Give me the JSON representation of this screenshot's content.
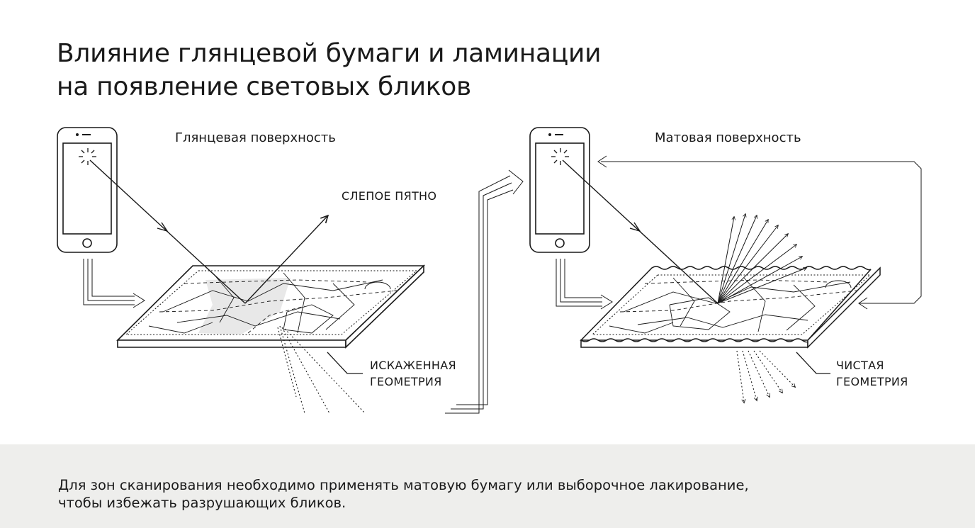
{
  "title": {
    "line1": "Влияние глянцевой бумаги и ламинации",
    "line2": "на появление световых бликов"
  },
  "left_panel": {
    "heading": "Глянцевая поверхность",
    "blind_spot": "СЛЕПОЕ ПЯТНО",
    "distorted_line1": "ИСКАЖЕННАЯ",
    "distorted_line2": "ГЕОМЕТРИЯ"
  },
  "right_panel": {
    "heading": "Матовая поверхность",
    "clean_line1": "ЧИСТАЯ",
    "clean_line2": "ГЕОМЕТРИЯ"
  },
  "footer": {
    "line1": "Для зон сканирования необходимо применять матовую бумагу или выборочное лакирование,",
    "line2": "чтобы избежать разрушающих бликов."
  },
  "colors": {
    "ink": "#1a1a1a",
    "footer_bg": "#eeeeec",
    "glare": "#e6e6e6"
  },
  "icons": [
    "smartphone-icon",
    "flash-icon",
    "arrow-icon"
  ]
}
